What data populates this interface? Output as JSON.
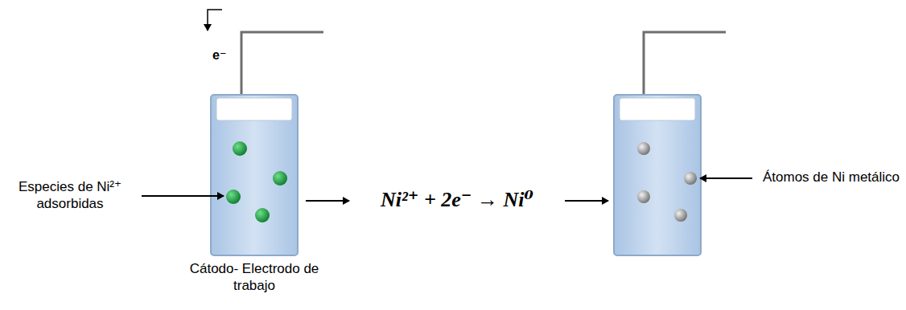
{
  "diagram": {
    "labels": [
      "e⁻",
      "Especies de Ni²⁺ adsorbidas",
      "Cátodo- Electrodo de trabajo",
      "Ni²⁺ + 2e⁻ → Ni⁰",
      "Átomos de Ni metálico"
    ]
  }
}
